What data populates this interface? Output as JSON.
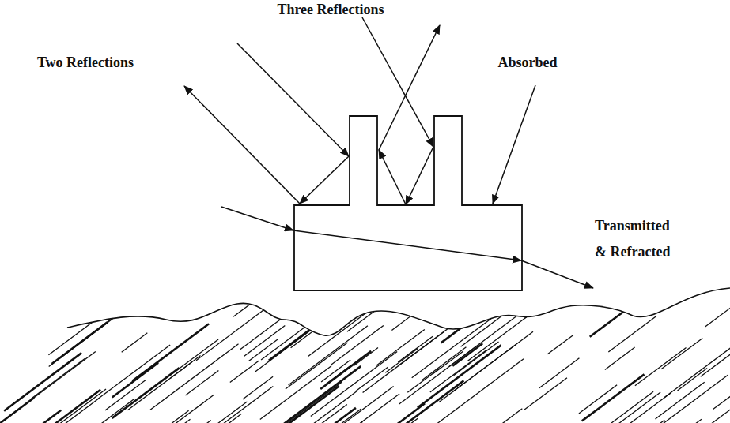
{
  "diagram": {
    "labels": [
      "Three Reflections",
      "Two Reflections",
      "Absorbed",
      "Transmitted & Refracted"
    ]
  }
}
